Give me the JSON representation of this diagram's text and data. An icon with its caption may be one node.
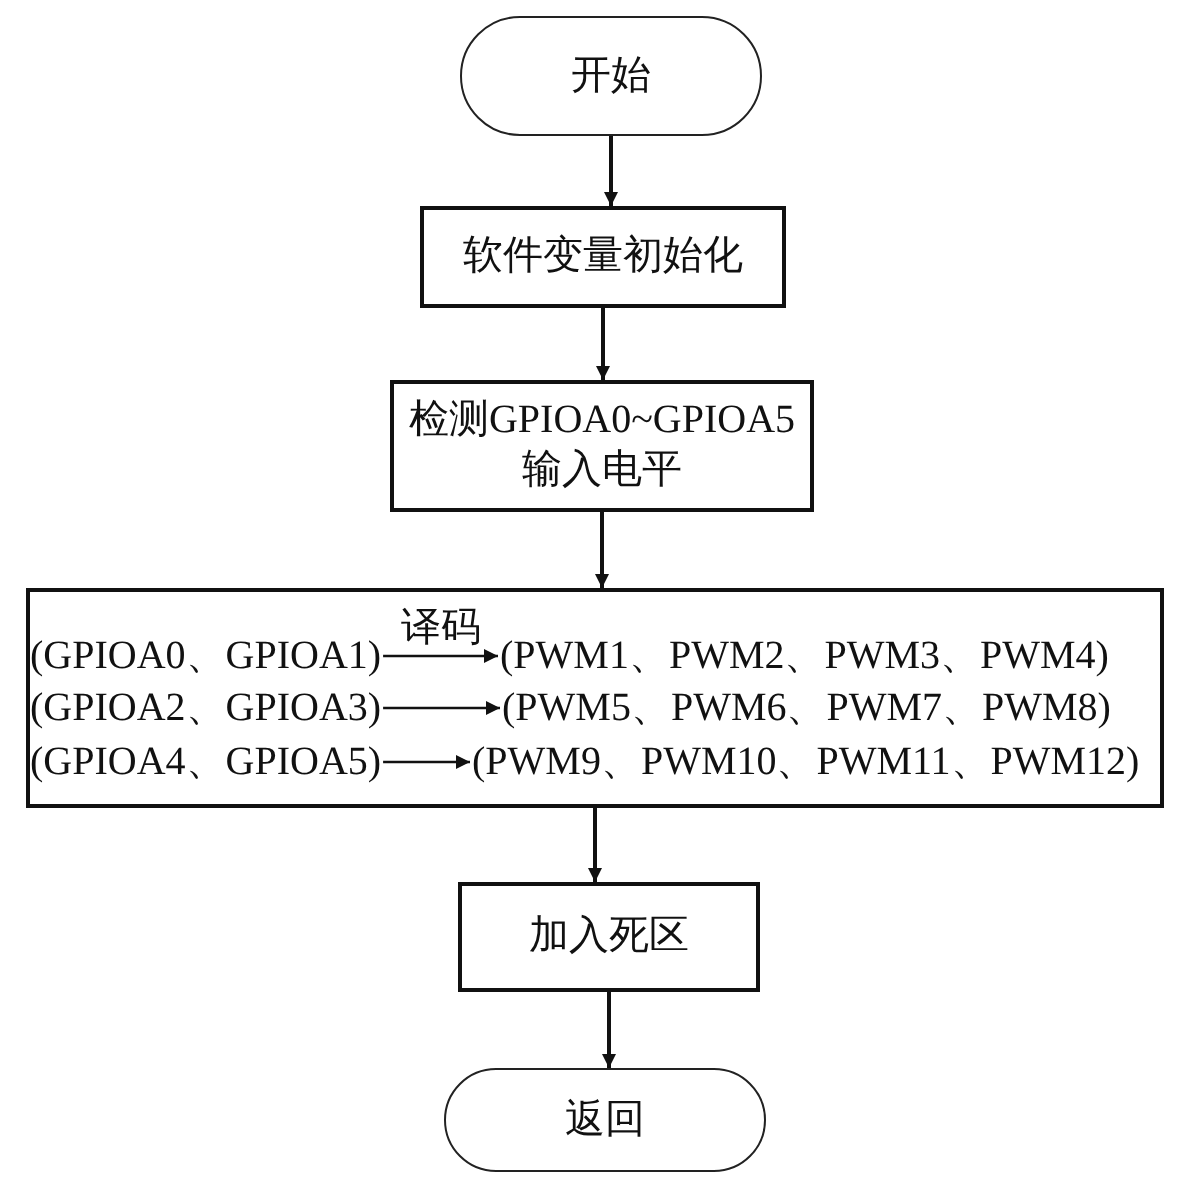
{
  "diagram": {
    "nodes": [
      {
        "text": [
          "开始"
        ]
      },
      {
        "text": [
          "软件变量初始化"
        ]
      },
      {
        "text": [
          "检测GPIOA0~GPIOA5 输入电平"
        ]
      },
      {
        "text": [],
        "shape": "box"
      },
      {
        "text": [
          "(GPIOA0、GPIOA1)"
        ],
        "in": 3
      },
      {
        "text": [
          "(PWM1、PWM2、PWM3、PWM4)"
        ],
        "in": 3
      },
      {
        "text": [
          "(GPIOA2、GPIOA3)"
        ],
        "in": 3
      },
      {
        "text": [
          "(PWM5、PWM6、PWM7、PWM8)"
        ],
        "in": 3
      },
      {
        "text": [
          "(GPIOA4、GPIOA5)"
        ],
        "in": 3
      },
      {
        "text": [
          "(PWM9、PWM10、PWM11、PWM12)"
        ],
        "in": 3
      },
      {
        "text": [
          "加入死区"
        ]
      },
      {
        "text": [
          "返回"
        ]
      }
    ],
    "edges": [
      {
        "from": 0,
        "to": 1,
        "arrow": "to"
      },
      {
        "from": 1,
        "to": 2,
        "arrow": "to"
      },
      {
        "from": 2,
        "to": 3,
        "arrow": "to"
      },
      {
        "from": 3,
        "to": 10,
        "arrow": "to"
      },
      {
        "from": 10,
        "to": 11,
        "arrow": "to"
      },
      {
        "from": 4,
        "to": 5,
        "arrow": "to",
        "label": "译码"
      },
      {
        "from": 6,
        "to": 7,
        "arrow": "to"
      },
      {
        "from": 8,
        "to": 9,
        "arrow": "to"
      }
    ]
  }
}
